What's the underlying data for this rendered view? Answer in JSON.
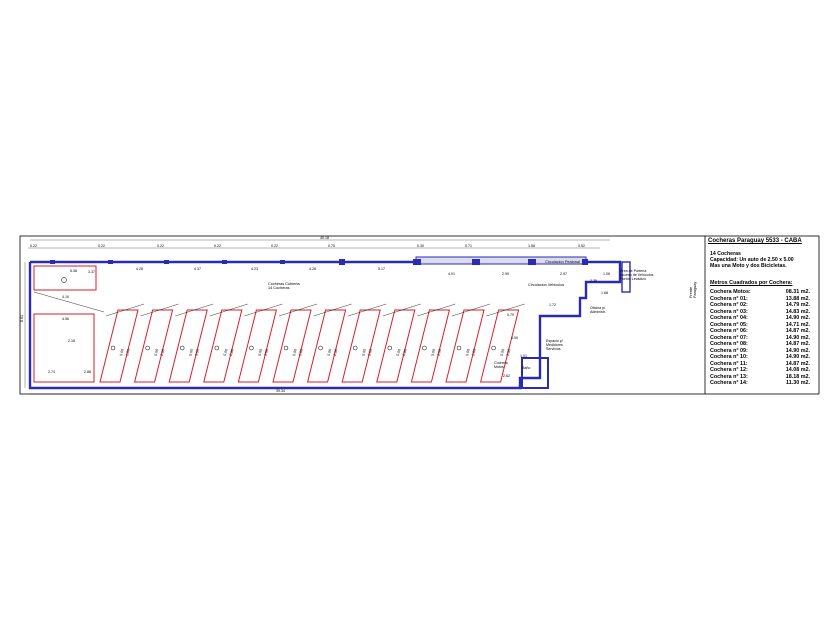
{
  "title_block": {
    "title": "Cocheras Paraguay 5533 - CABA",
    "capacity_lines": [
      "14 Cocheras",
      "Capacidad: Un auto de 2.50 x 5.00",
      "Mas una Moto y dos Bicicletas."
    ],
    "area_title": "Metros Cuadrados por Cochera:",
    "areas": [
      {
        "name": "Cochera Motos:",
        "value": "08.31 m2."
      },
      {
        "name": "Cochera n° 01:",
        "value": "13.88 m2."
      },
      {
        "name": "Cochera n° 02:",
        "value": "14.79 m2."
      },
      {
        "name": "Cochera n° 03:",
        "value": "14.83 m2."
      },
      {
        "name": "Cochera n° 04:",
        "value": "14.90 m2."
      },
      {
        "name": "Cochera n° 05:",
        "value": "14.71 m2."
      },
      {
        "name": "Cochera n° 06:",
        "value": "14.87 m2."
      },
      {
        "name": "Cochera n° 07:",
        "value": "14.90 m2."
      },
      {
        "name": "Cochera n° 08:",
        "value": "14.87 m2."
      },
      {
        "name": "Cochera n° 09:",
        "value": "14.90 m2."
      },
      {
        "name": "Cochera n° 10:",
        "value": "14.90 m2."
      },
      {
        "name": "Cochera n° 11:",
        "value": "14.87 m2."
      },
      {
        "name": "Cochera n° 12:",
        "value": "14.08 m2."
      },
      {
        "name": "Cochera n° 13:",
        "value": "18.18 m2."
      },
      {
        "name": "Cochera n° 14:",
        "value": "11.30 m2."
      }
    ]
  },
  "dimensions": {
    "overall_width": "40.18",
    "bottom_length": "39.34",
    "left_height": "8.61",
    "top_segments": [
      "0.22",
      "0.22",
      "0.22",
      "0.22",
      "0.22",
      "0.75",
      "0.30",
      "0.71",
      "1.58",
      "0.52"
    ],
    "inner_top": [
      "4.28",
      "4.37",
      "4.23",
      "4.28",
      "5.17",
      "4.01",
      "2.99",
      "2.97",
      "1.06"
    ],
    "misc": [
      "5.38",
      "4.10",
      "4.56",
      "3.37",
      "2.74",
      "2.88",
      "2.62",
      "4.50",
      "1.72",
      "1.01",
      "2.18",
      "2.35",
      "0.79",
      "1.68"
    ]
  },
  "labels": {
    "parking_area": "Cocheras Cubierta\n14 Cocheras",
    "vehicle_circulation": "Circulacion Vehiculos",
    "pedestrian_circulation": "Circulacion Peatonal",
    "waiting_area": "Área de Portería\nAcceso de Vehículos\nPortón Levadizo",
    "front": "Frente\nParaguay",
    "motorcycle": "Cochera\nMotos",
    "toilet": "Baño",
    "services": "Espacio p/\nMedidores\nServicios",
    "office": "Oficina p/\nAdministr.",
    "space_width": "2.50",
    "space_length": "5.00"
  },
  "colors": {
    "wall": "#2b2bb0",
    "space_outline": "#d81e2a",
    "line": "#000000"
  }
}
